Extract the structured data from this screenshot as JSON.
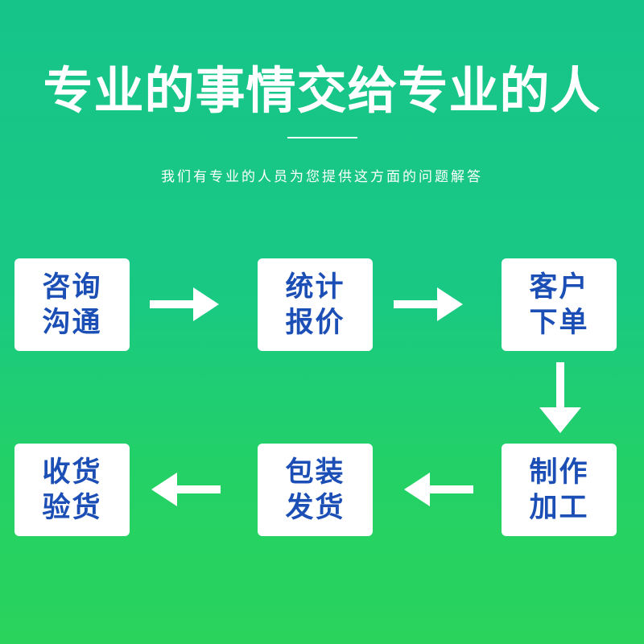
{
  "header": {
    "title": "专业的事情交给专业的人",
    "subtitle": "我们有专业的人员为您提供这方面的问题解答"
  },
  "flow": {
    "steps": [
      {
        "line1": "咨询",
        "line2": "沟通"
      },
      {
        "line1": "统计",
        "line2": "报价"
      },
      {
        "line1": "客户",
        "line2": "下单"
      },
      {
        "line1": "制作",
        "line2": "加工"
      },
      {
        "line1": "包装",
        "line2": "发货"
      },
      {
        "line1": "收货",
        "line2": "验货"
      }
    ],
    "arrow_icon": "arrow-icon"
  },
  "colors": {
    "background_top": "#16c48a",
    "background_bottom": "#2ad35c",
    "card_background": "#ffffff",
    "card_text": "#1c4fb5",
    "arrow": "#ffffff"
  }
}
